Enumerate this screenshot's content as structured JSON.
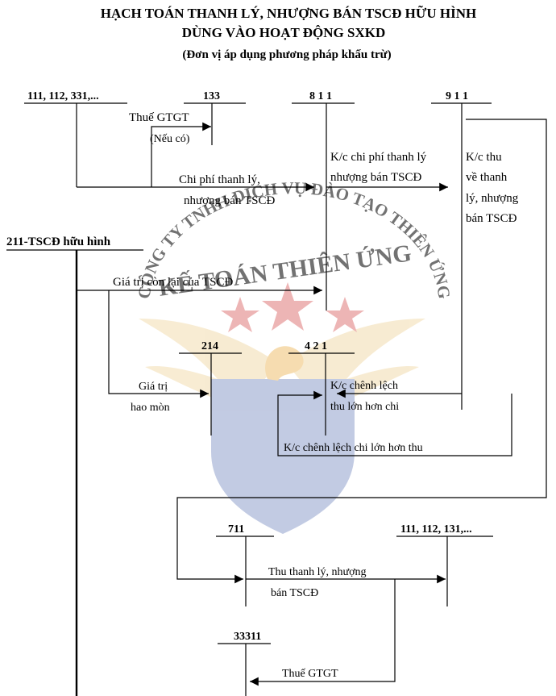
{
  "header": {
    "title_line1": "HẠCH TOÁN THANH LÝ, NHƯỢNG BÁN TSCĐ HỮU HÌNH",
    "title_line2": "DÙNG VÀO HOẠT ĐỘNG SXKD",
    "subtitle": "(Đơn vị áp dụng phương pháp khấu trừ)"
  },
  "accounts": {
    "a111_331": "111, 112, 331,...",
    "a133": "133",
    "a811": "8 1 1",
    "a911": "9 1 1",
    "a211": "211-TSCĐ hữu hình",
    "a214": "214",
    "a421": "4 2 1",
    "a711": "711",
    "a111_131": "111, 112, 131,...",
    "a33311": "33311"
  },
  "labels": {
    "thue_gtgt": "Thuế GTGT",
    "neu_co": "(Nếu có)",
    "chi_phi_1": "Chi phí thanh lý,",
    "chi_phi_2": "nhượng bán TSCĐ",
    "kc_chi_phi_1": "K/c chi phí thanh lý",
    "kc_chi_phi_2": "nhượng bán TSCĐ",
    "kc_thu_1": "K/c thu",
    "kc_thu_2": "về thanh",
    "kc_thu_3": "lý, nhượng",
    "kc_thu_4": "bán TSCĐ",
    "gia_tri_con_lai": "Giá trị còn lại của TSCĐ",
    "gia_tri_1": "Giá trị",
    "hao_mon": "hao mòn",
    "kc_chenh_lech_1": "K/c chênh lệch",
    "kc_chenh_lech_2": "thu lớn hơn chi",
    "kc_chi_lon_thu": "K/c chênh lệch chi lớn hơn thu",
    "thu_thanh_ly_1": "Thu thanh lý, nhượng",
    "thu_thanh_ly_2": "bán TSCĐ",
    "thue_gtgt_2": "Thuế GTGT"
  },
  "watermark": {
    "company": "CÔNG TY TNHH DỊCH VỤ ĐÀO TẠO THIÊN ỨNG",
    "brand": "KẾ TOÁN THIÊN ỨNG",
    "color_text": "#9da3cf",
    "color_star": "#e07a7a",
    "color_wing": "#f2dcae",
    "color_shield": "#8fa0cc"
  }
}
